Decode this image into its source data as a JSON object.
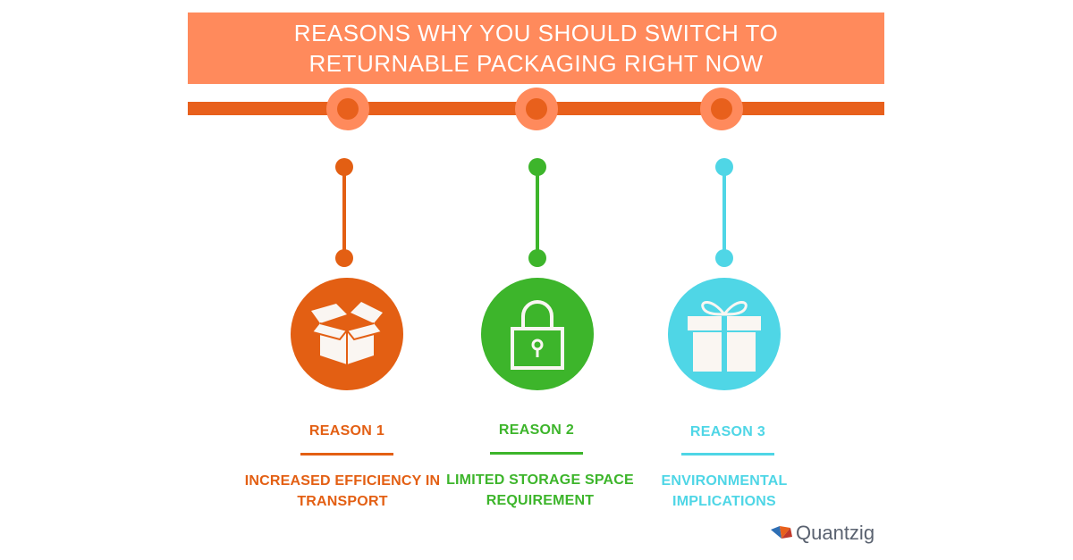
{
  "banner": {
    "title": "REASONS WHY YOU SHOULD SWITCH TO RETURNABLE PACKAGING RIGHT NOW"
  },
  "colors": {
    "banner": "#ff8a5c",
    "timeline": "#e8601c",
    "reason1": "#e35f13",
    "reason2": "#3db52b",
    "reason3": "#4fd6e6"
  },
  "reasons": [
    {
      "title": "REASON 1",
      "description": "INCREASED EFFICIENCY IN TRANSPORT",
      "icon": "open-box-icon"
    },
    {
      "title": "REASON 2",
      "description": "LIMITED STORAGE SPACE REQUIREMENT",
      "icon": "padlock-icon"
    },
    {
      "title": "REASON 3",
      "description": "ENVIRONMENTAL IMPLICATIONS",
      "icon": "gift-box-icon"
    }
  ],
  "logo": {
    "text": "Quantzig",
    "icon": "quantzig-logo-icon"
  }
}
